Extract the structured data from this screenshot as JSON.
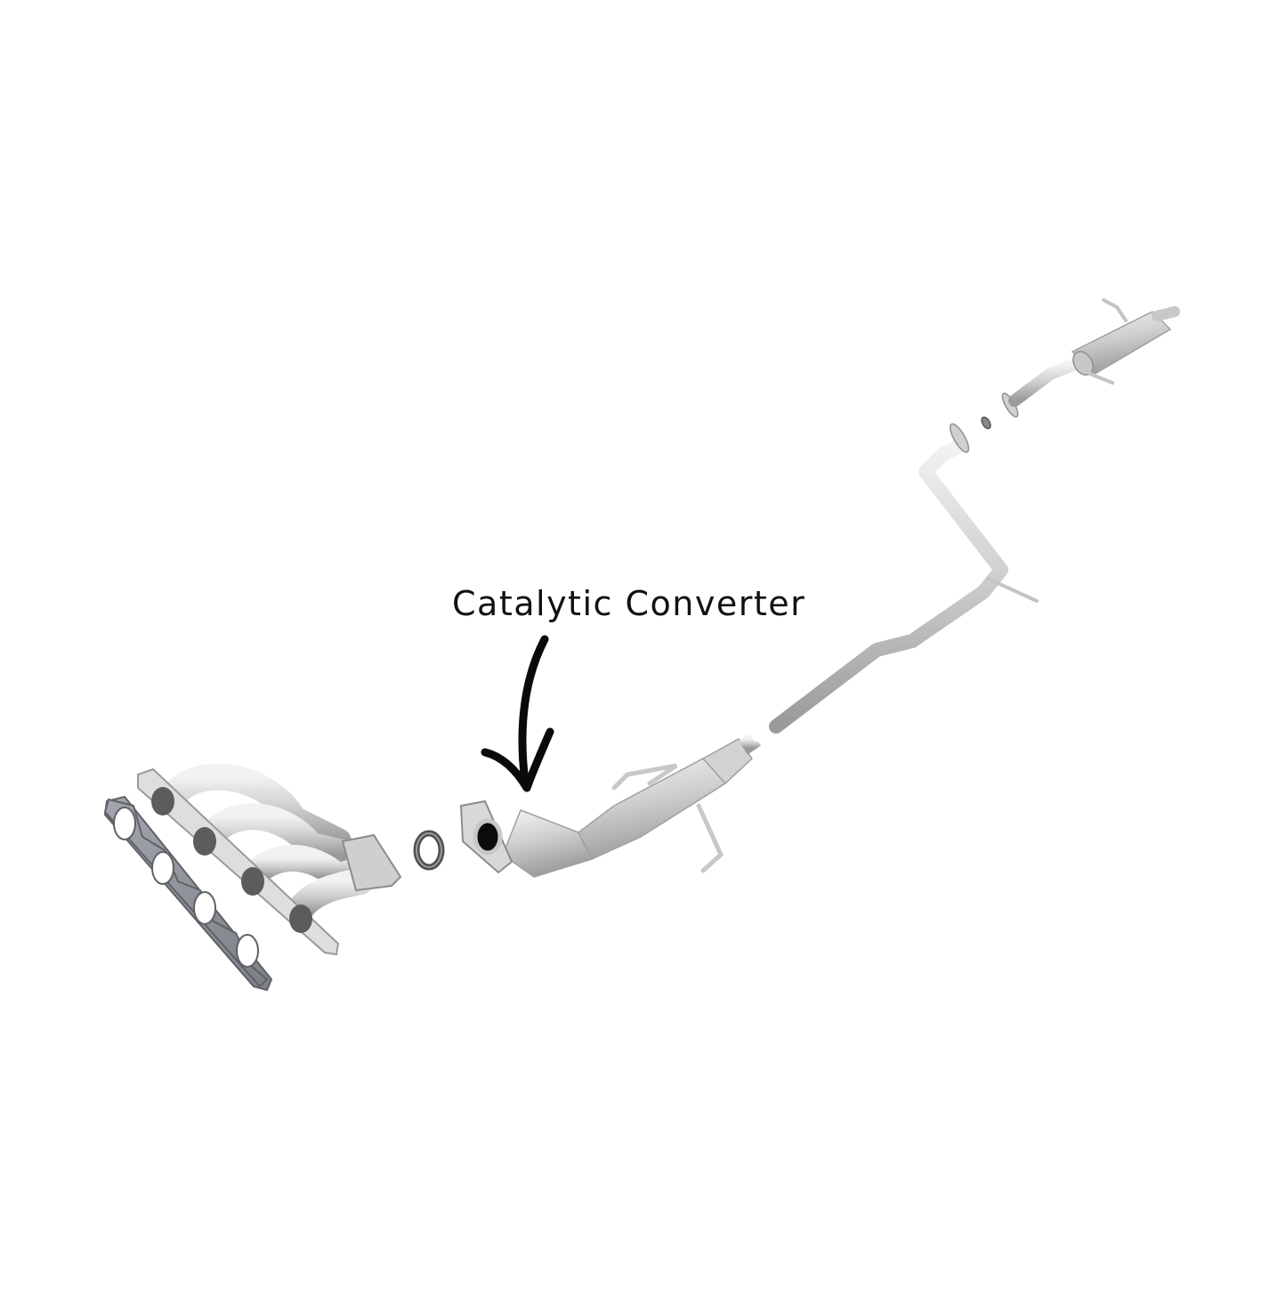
{
  "diagram": {
    "type": "exploded-parts-diagram",
    "subject": "Exhaust system",
    "callout": {
      "label": "Catalytic Converter",
      "arrow": "hand-drawn-arrow-down",
      "points_to": "catalytic-converter"
    },
    "parts": [
      {
        "id": "exhaust-manifold-gasket",
        "name": "Exhaust manifold gasket"
      },
      {
        "id": "exhaust-manifold",
        "name": "Exhaust manifold (4-port header)"
      },
      {
        "id": "donut-gasket",
        "name": "Ring gasket"
      },
      {
        "id": "catalytic-converter",
        "name": "Catalytic converter with flange"
      },
      {
        "id": "mid-pipe",
        "name": "Intermediate pipe"
      },
      {
        "id": "flange-gasket",
        "name": "Flange gasket"
      },
      {
        "id": "rear-muffler",
        "name": "Rear muffler with inlet pipe"
      }
    ],
    "colors": {
      "background": "#ffffff",
      "metal_light": "#e4e4e4",
      "metal_mid": "#bdbdbd",
      "metal_dark": "#8a8a8a",
      "gasket": "#8f9399",
      "label_text": "#111111",
      "arrow": "#0a0a0a"
    }
  }
}
